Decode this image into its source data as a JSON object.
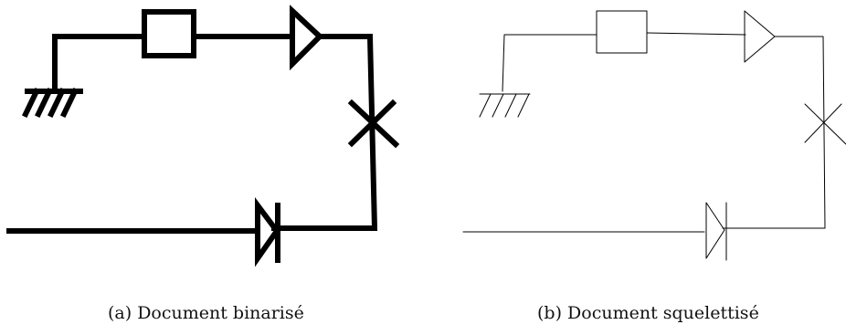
{
  "figure": {
    "panels": [
      {
        "id": "a",
        "caption": "(a) Document binarisé",
        "style": "binarized"
      },
      {
        "id": "b",
        "caption": "(b) Document squelettisé",
        "style": "skeletonized"
      }
    ],
    "colors": {
      "stroke": "#000000",
      "background": "#ffffff"
    },
    "components": [
      "ground-icon",
      "resistor-icon",
      "amplifier-icon",
      "cross-icon",
      "diode-icon"
    ]
  }
}
